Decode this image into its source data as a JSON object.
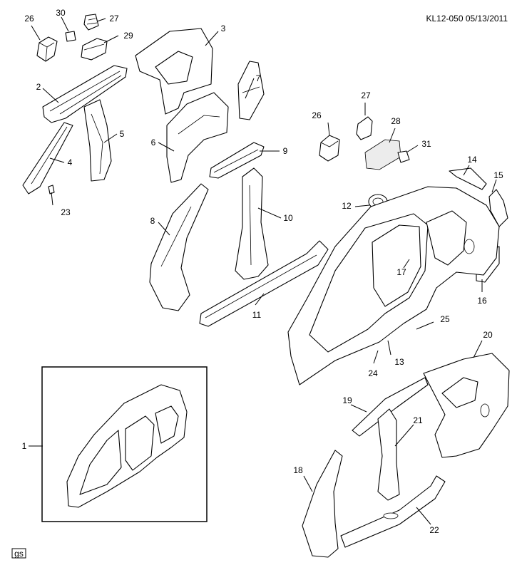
{
  "header": {
    "code": "KL12-050 05/13/2011"
  },
  "badge": {
    "label": "gs"
  },
  "callouts": {
    "c1": "1",
    "c2": "2",
    "c3": "3",
    "c4": "4",
    "c5": "5",
    "c6": "6",
    "c7": "7",
    "c8": "8",
    "c9": "9",
    "c10": "10",
    "c11": "11",
    "c12": "12",
    "c13": "13",
    "c14": "14",
    "c15": "15",
    "c16": "16",
    "c17": "17",
    "c18": "18",
    "c19": "19",
    "c20": "20",
    "c21": "21",
    "c22": "22",
    "c23": "23",
    "c24": "24",
    "c25": "25",
    "c26a": "26",
    "c26b": "26",
    "c27a": "27",
    "c27b": "27",
    "c28": "28",
    "c29": "29",
    "c30": "30",
    "c31": "31"
  }
}
